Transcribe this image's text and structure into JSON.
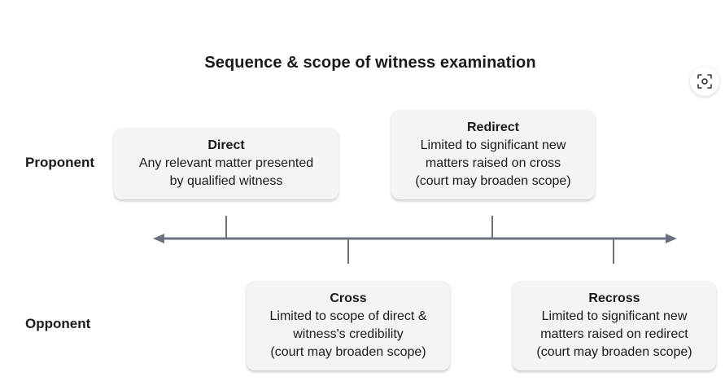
{
  "title": "Sequence & scope of witness examination",
  "row_labels": {
    "proponent": "Proponent",
    "opponent": "Opponent"
  },
  "boxes": {
    "direct": {
      "title": "Direct",
      "lines": [
        "Any relevant matter presented",
        "by qualified witness"
      ]
    },
    "redirect": {
      "title": "Redirect",
      "lines": [
        "Limited to significant new",
        "matters raised on cross",
        "(court may broaden scope)"
      ]
    },
    "cross": {
      "title": "Cross",
      "lines": [
        "Limited to scope of direct &",
        "witness's credibility",
        "(court may broaden scope)"
      ]
    },
    "recross": {
      "title": "Recross",
      "lines": [
        "Limited to significant new",
        "matters raised on redirect",
        "(court may broaden scope)"
      ]
    }
  },
  "colors": {
    "axis": "#6b7280",
    "box_bg": "#f3f4f6"
  },
  "icons": {
    "focus": "focus-frame-icon"
  }
}
